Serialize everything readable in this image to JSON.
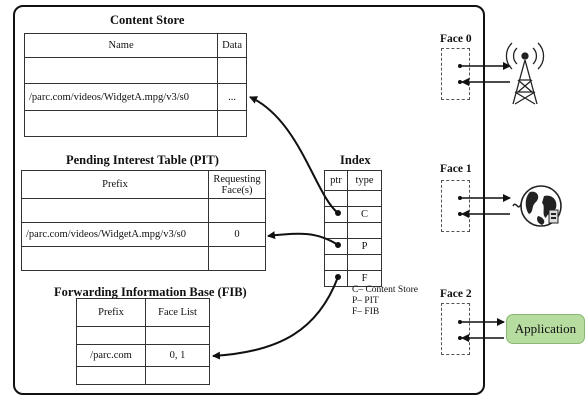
{
  "content_store": {
    "title": "Content Store",
    "headers": [
      "Name",
      "Data"
    ],
    "rows": [
      [
        "",
        ""
      ],
      [
        "/parc.com/videos/WidgetA.mpg/v3/s0",
        "..."
      ],
      [
        "",
        ""
      ]
    ]
  },
  "pit": {
    "title": "Pending Interest Table (PIT)",
    "headers": [
      "Prefix",
      "Requesting Face(s)"
    ],
    "rows": [
      [
        "",
        ""
      ],
      [
        "/parc.com/videos/WidgetA.mpg/v3/s0",
        "0"
      ],
      [
        "",
        ""
      ]
    ]
  },
  "fib": {
    "title": "Forwarding Information Base (FIB)",
    "headers": [
      "Prefix",
      "Face List"
    ],
    "rows": [
      [
        "",
        ""
      ],
      [
        "/parc.com",
        "0, 1"
      ],
      [
        "",
        ""
      ]
    ]
  },
  "index": {
    "title": "Index",
    "headers": [
      "ptr",
      "type"
    ],
    "types": [
      "C",
      "P",
      "F"
    ]
  },
  "legend": [
    "C– Content Store",
    "P– PIT",
    "F– FIB"
  ],
  "faces": [
    {
      "label": "Face 0",
      "icon": "antenna-icon"
    },
    {
      "label": "Face 1",
      "icon": "network-globe-icon"
    },
    {
      "label": "Face 2",
      "icon": "application-icon"
    }
  ],
  "application_label": "Application"
}
